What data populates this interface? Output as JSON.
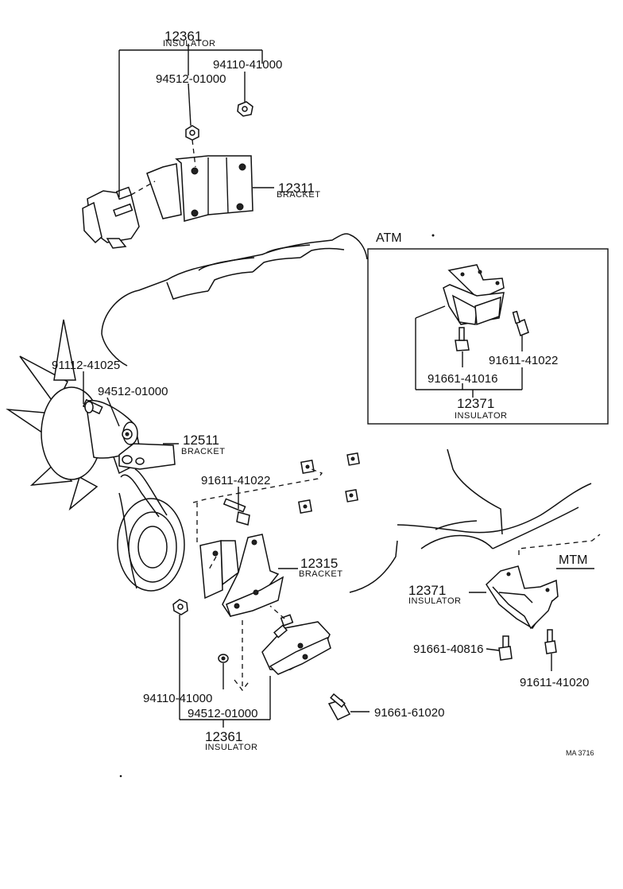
{
  "top_group": {
    "insulator_num": "12361",
    "insulator_cap": "INSULATOR",
    "nut_num": "94110-41000",
    "washer_num": "94512-01000",
    "bracket_num": "12311",
    "bracket_cap": "BRACKET"
  },
  "atm": {
    "label": "ATM",
    "bolt_a": "91661-41016",
    "bolt_b": "91611-41022",
    "insulator_num": "12371",
    "insulator_cap": "INSULATOR"
  },
  "fan_group": {
    "bolt_num": "91112-41025",
    "washer_num": "94512-01000",
    "bracket_num": "12511",
    "bracket_cap": "BRACKET"
  },
  "lower_group": {
    "bolt_num": "91611-41022",
    "bracket_num": "12315",
    "bracket_cap": "BRACKET",
    "nut_num": "94110-41000",
    "washer_num": "94512-01000",
    "insulator_num": "12361",
    "insulator_cap": "INSULATOR",
    "bolt_b": "91661-61020"
  },
  "mtm": {
    "label": "MTM",
    "insulator_num": "12371",
    "insulator_cap": "INSULATOR",
    "bolt_a": "91661-40816",
    "bolt_b": "91611-41020"
  },
  "footer": {
    "ref_code": "MA 3716"
  }
}
